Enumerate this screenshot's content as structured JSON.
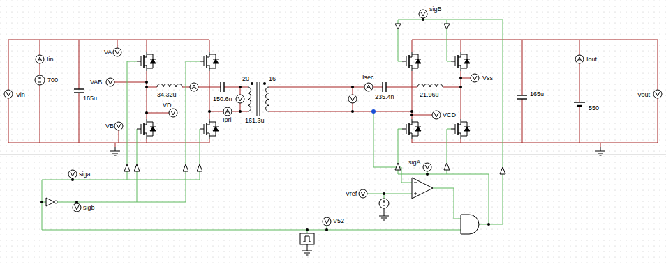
{
  "diagram": {
    "labels": [
      "Vin",
      "Iin",
      "700",
      "165u",
      "VA",
      "VAB",
      "VB",
      "34.32u",
      "VD",
      "150.6n",
      "Ipri",
      "20",
      "16",
      "161.3u",
      "Isec",
      "235.4n",
      "21.96u",
      "VCD",
      "Vss",
      "sigB",
      "sigA",
      "Vref",
      "165u",
      "Iout",
      "550",
      "Vout",
      "siga",
      "sigb",
      "V52"
    ]
  }
}
